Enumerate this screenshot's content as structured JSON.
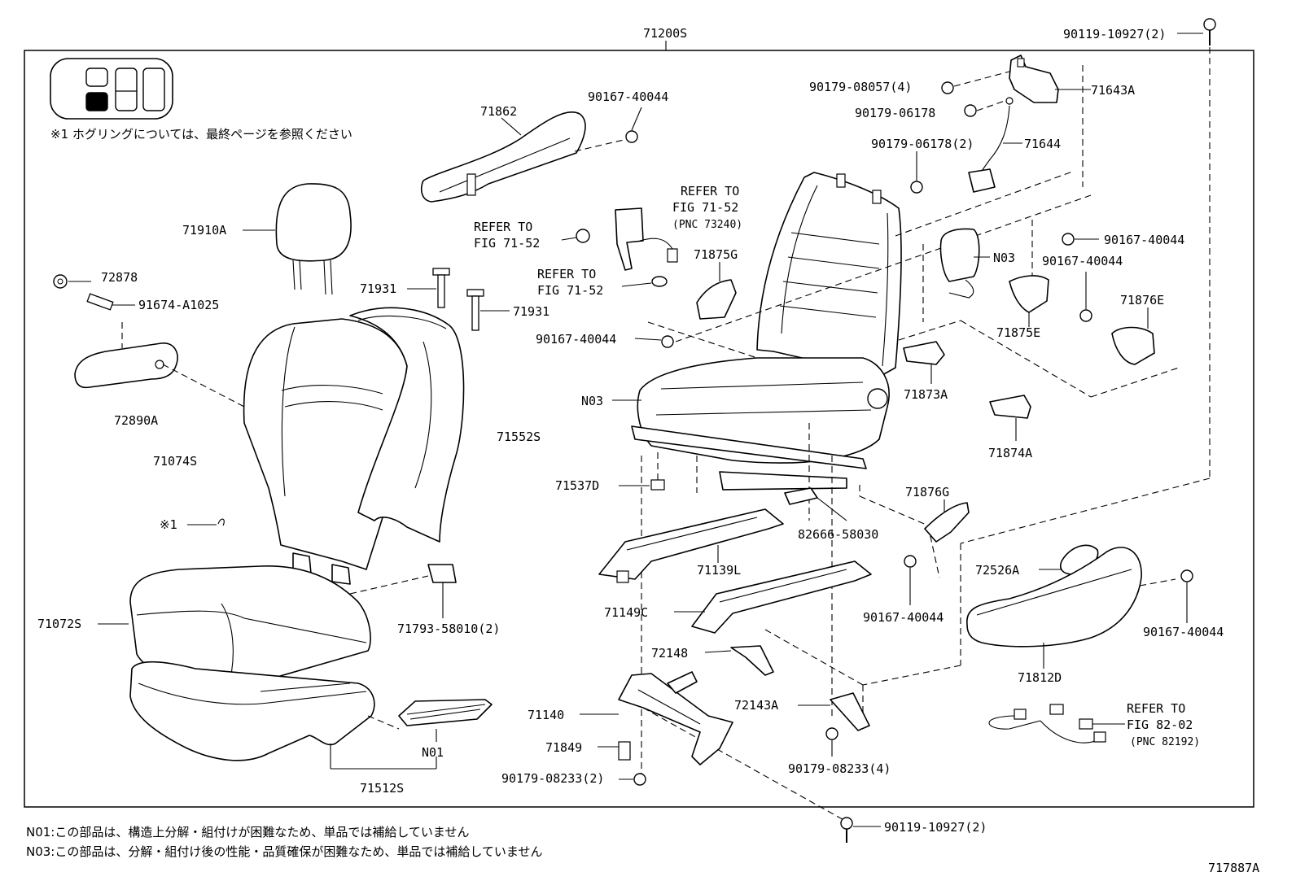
{
  "labels": {
    "top_assembly": "71200S",
    "bolt_top_right": "90119-10927(2)",
    "nut_08057": "90179-08057(4)",
    "nut_06178_a": "90179-06178",
    "nut_06178_b": "90179-06178(2)",
    "p71643a": "71643A",
    "p71644": "71644",
    "p71862": "71862",
    "screw_40044_top": "90167-40044",
    "refer_a_1": "REFER TO",
    "refer_a_2": "FIG 71-52",
    "refer_a_3": "(PNC 73240)",
    "refer_b_1": "REFER TO",
    "refer_b_2": "FIG 71-52",
    "refer_c_1": "REFER TO",
    "refer_c_2": "FIG 71-52",
    "p71910a": "71910A",
    "p72878": "72878",
    "p91674": "91674-A1025",
    "p71931_a": "71931",
    "p71931_b": "71931",
    "p71875g": "71875G",
    "n03_upper": "N03",
    "screw_40044_r1": "90167-40044",
    "screw_40044_r2": "90167-40044",
    "p71876e": "71876E",
    "p71875e": "71875E",
    "screw_40044_mid": "90167-40044",
    "p72890a": "72890A",
    "p71873a": "71873A",
    "n03_lower": "N03",
    "p71074s": "71074S",
    "p71552s": "71552S",
    "p71874a": "71874A",
    "p71537d": "71537D",
    "p71876g": "71876G",
    "note_mark": "※1",
    "p82666": "82666-58030",
    "p71139l": "71139L",
    "p72526a": "72526A",
    "p71793": "71793-58010(2)",
    "p71149c": "71149C",
    "p71072s": "71072S",
    "screw_40044_low": "90167-40044",
    "screw_40044_low_r": "90167-40044",
    "p72148": "72148",
    "p71812d": "71812D",
    "refer_d_1": "REFER TO",
    "refer_d_2": "FIG 82-02",
    "refer_d_3": "(PNC 82192)",
    "p71140": "71140",
    "p72143a": "72143A",
    "n01": "N01",
    "p71849": "71849",
    "nut_08233_a": "90179-08233(2)",
    "nut_08233_b": "90179-08233(4)",
    "p71512s": "71512S",
    "bolt_bottom": "90119-10927(2)"
  },
  "notes": {
    "hog_ring": "※1  ホグリングについては、最終ページを参照ください",
    "n01_note": "N01:この部品は、構造上分解・組付けが困難なため、単品では補給していません",
    "n03_note": "N03:この部品は、分解・組付け後の性能・品質確保が困難なため、単品では補給していません"
  },
  "figure_id": "717887A"
}
